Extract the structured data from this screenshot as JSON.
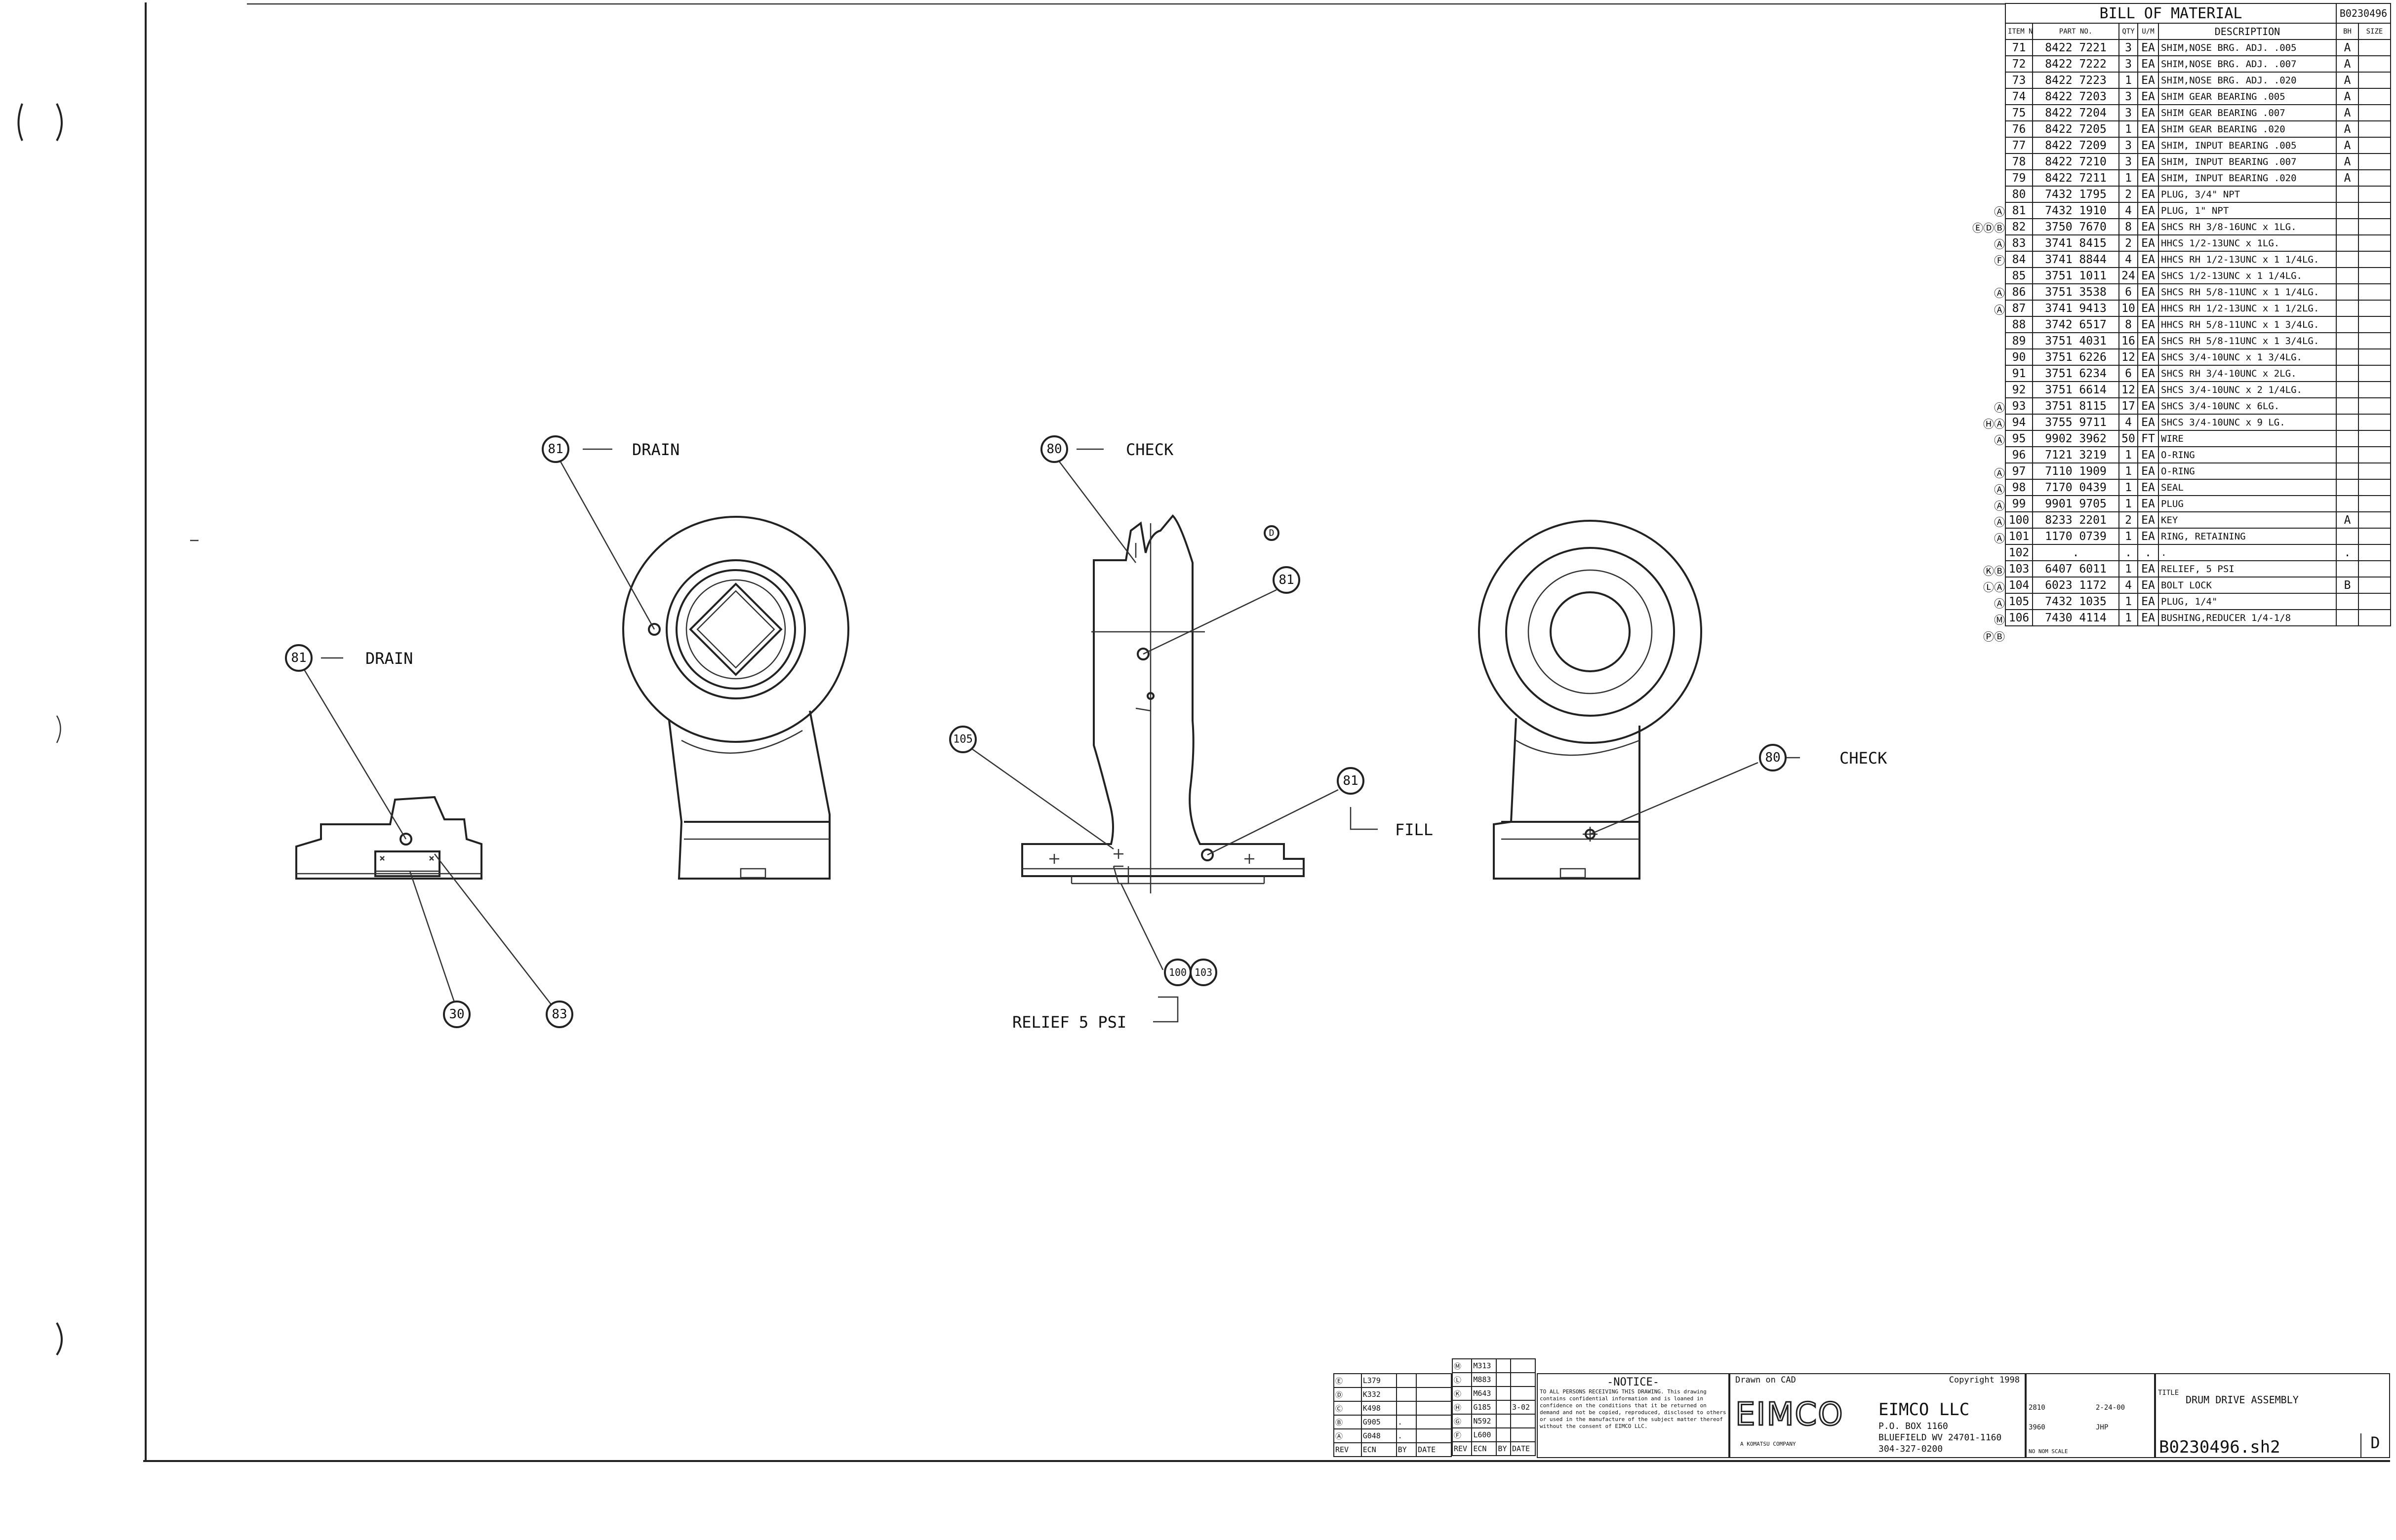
{
  "bom": {
    "title": "BILL OF MATERIAL",
    "sheet_ref": "B0230496",
    "headers": [
      "ITEM NO.",
      "PART NO.",
      "QTY",
      "U/M",
      "DESCRIPTION",
      "BH",
      "SIZE"
    ],
    "rows": [
      {
        "flags": "",
        "item": "71",
        "part": "8422 7221",
        "qty": "3",
        "um": "EA",
        "desc": "SHIM,NOSE BRG. ADJ. .005",
        "bh": "A"
      },
      {
        "flags": "",
        "item": "72",
        "part": "8422 7222",
        "qty": "3",
        "um": "EA",
        "desc": "SHIM,NOSE BRG. ADJ. .007",
        "bh": "A"
      },
      {
        "flags": "",
        "item": "73",
        "part": "8422 7223",
        "qty": "1",
        "um": "EA",
        "desc": "SHIM,NOSE BRG. ADJ. .020",
        "bh": "A"
      },
      {
        "flags": "",
        "item": "74",
        "part": "8422 7203",
        "qty": "3",
        "um": "EA",
        "desc": "SHIM GEAR BEARING .005",
        "bh": "A"
      },
      {
        "flags": "",
        "item": "75",
        "part": "8422 7204",
        "qty": "3",
        "um": "EA",
        "desc": "SHIM GEAR BEARING .007",
        "bh": "A"
      },
      {
        "flags": "",
        "item": "76",
        "part": "8422 7205",
        "qty": "1",
        "um": "EA",
        "desc": "SHIM GEAR BEARING .020",
        "bh": "A"
      },
      {
        "flags": "",
        "item": "77",
        "part": "8422 7209",
        "qty": "3",
        "um": "EA",
        "desc": "SHIM, INPUT BEARING .005",
        "bh": "A"
      },
      {
        "flags": "",
        "item": "78",
        "part": "8422 7210",
        "qty": "3",
        "um": "EA",
        "desc": "SHIM, INPUT BEARING .007",
        "bh": "A"
      },
      {
        "flags": "",
        "item": "79",
        "part": "8422 7211",
        "qty": "1",
        "um": "EA",
        "desc": "SHIM, INPUT BEARING .020",
        "bh": "A"
      },
      {
        "flags": "Ⓐ",
        "item": "80",
        "part": "7432 1795",
        "qty": "2",
        "um": "EA",
        "desc": "PLUG, 3/4\" NPT",
        "bh": ""
      },
      {
        "flags": "ⒺⒹⒷ",
        "item": "81",
        "part": "7432 1910",
        "qty": "4",
        "um": "EA",
        "desc": "PLUG, 1\" NPT",
        "bh": ""
      },
      {
        "flags": "Ⓐ",
        "item": "82",
        "part": "3750 7670",
        "qty": "8",
        "um": "EA",
        "desc": "SHCS RH 3/8-16UNC x 1LG.",
        "bh": ""
      },
      {
        "flags": "Ⓕ",
        "item": "83",
        "part": "3741 8415",
        "qty": "2",
        "um": "EA",
        "desc": "HHCS 1/2-13UNC x 1LG.",
        "bh": ""
      },
      {
        "flags": "",
        "item": "84",
        "part": "3741 8844",
        "qty": "4",
        "um": "EA",
        "desc": "HHCS RH 1/2-13UNC x 1 1/4LG.",
        "bh": ""
      },
      {
        "flags": "Ⓐ",
        "item": "85",
        "part": "3751 1011",
        "qty": "24",
        "um": "EA",
        "desc": "SHCS 1/2-13UNC x 1 1/4LG.",
        "bh": ""
      },
      {
        "flags": "Ⓐ",
        "item": "86",
        "part": "3751 3538",
        "qty": "6",
        "um": "EA",
        "desc": "SHCS RH 5/8-11UNC x 1 1/4LG.",
        "bh": ""
      },
      {
        "flags": "",
        "item": "87",
        "part": "3741 9413",
        "qty": "10",
        "um": "EA",
        "desc": "HHCS RH 1/2-13UNC x 1 1/2LG.",
        "bh": ""
      },
      {
        "flags": "",
        "item": "88",
        "part": "3742 6517",
        "qty": "8",
        "um": "EA",
        "desc": "HHCS RH 5/8-11UNC x 1 3/4LG.",
        "bh": ""
      },
      {
        "flags": "",
        "item": "89",
        "part": "3751 4031",
        "qty": "16",
        "um": "EA",
        "desc": "SHCS RH 5/8-11UNC x 1 3/4LG.",
        "bh": ""
      },
      {
        "flags": "",
        "item": "90",
        "part": "3751 6226",
        "qty": "12",
        "um": "EA",
        "desc": "SHCS 3/4-10UNC x 1 3/4LG.",
        "bh": ""
      },
      {
        "flags": "",
        "item": "91",
        "part": "3751 6234",
        "qty": "6",
        "um": "EA",
        "desc": "SHCS RH 3/4-10UNC x 2LG.",
        "bh": ""
      },
      {
        "flags": "Ⓐ",
        "item": "92",
        "part": "3751 6614",
        "qty": "12",
        "um": "EA",
        "desc": "SHCS 3/4-10UNC x 2 1/4LG.",
        "bh": ""
      },
      {
        "flags": "ⒽⒶ",
        "item": "93",
        "part": "3751 8115",
        "qty": "17",
        "um": "EA",
        "desc": "SHCS 3/4-10UNC x 6LG.",
        "bh": ""
      },
      {
        "flags": "Ⓐ",
        "item": "94",
        "part": "3755 9711",
        "qty": "4",
        "um": "EA",
        "desc": "SHCS 3/4-10UNC x 9 LG.",
        "bh": ""
      },
      {
        "flags": "",
        "item": "95",
        "part": "9902 3962",
        "qty": "50",
        "um": "FT",
        "desc": "WIRE",
        "bh": ""
      },
      {
        "flags": "Ⓐ",
        "item": "96",
        "part": "7121 3219",
        "qty": "1",
        "um": "EA",
        "desc": "O-RING",
        "bh": ""
      },
      {
        "flags": "Ⓐ",
        "item": "97",
        "part": "7110 1909",
        "qty": "1",
        "um": "EA",
        "desc": "O-RING",
        "bh": ""
      },
      {
        "flags": "Ⓐ",
        "item": "98",
        "part": "7170 0439",
        "qty": "1",
        "um": "EA",
        "desc": "SEAL",
        "bh": ""
      },
      {
        "flags": "Ⓐ",
        "item": "99",
        "part": "9901 9705",
        "qty": "1",
        "um": "EA",
        "desc": "PLUG",
        "bh": ""
      },
      {
        "flags": "Ⓐ",
        "item": "100",
        "part": "8233 2201",
        "qty": "2",
        "um": "EA",
        "desc": "KEY",
        "bh": "A"
      },
      {
        "flags": "",
        "item": "101",
        "part": "1170 0739",
        "qty": "1",
        "um": "EA",
        "desc": "RING, RETAINING",
        "bh": ""
      },
      {
        "flags": "ⓀⒷ",
        "item": "102",
        "part": ".",
        "qty": ".",
        "um": ".",
        "desc": ".",
        "bh": "."
      },
      {
        "flags": "ⓁⒶ",
        "item": "103",
        "part": "6407 6011",
        "qty": "1",
        "um": "EA",
        "desc": "RELIEF, 5 PSI",
        "bh": ""
      },
      {
        "flags": "Ⓐ",
        "item": "104",
        "part": "6023 1172",
        "qty": "4",
        "um": "EA",
        "desc": "BOLT LOCK",
        "bh": "B"
      },
      {
        "flags": "Ⓜ",
        "item": "105",
        "part": "7432 1035",
        "qty": "1",
        "um": "EA",
        "desc": "PLUG, 1/4\"",
        "bh": ""
      },
      {
        "flags": "ⓅⒷ",
        "item": "106",
        "part": "7430 4114",
        "qty": "1",
        "um": "EA",
        "desc": "BUSHING,REDUCER 1/4-1/8",
        "bh": ""
      }
    ]
  },
  "callouts": {
    "drain": "DRAIN",
    "check": "CHECK",
    "fill": "FILL",
    "relief": "RELIEF 5 PSI",
    "b81": "81",
    "b80": "80",
    "b105": "105",
    "b100": "100",
    "b103": "103",
    "b30": "30",
    "b83": "83",
    "bD": "D"
  },
  "title_block": {
    "notice_title": "-NOTICE-",
    "notice_text": "TO ALL PERSONS RECEIVING THIS DRAWING. This drawing contains confidential information and is loaned in confidence on the conditions that it be returned on demand and not be copied, reproduced, disclosed to others or used in the manufacture of the subject matter thereof without the consent of EIMCO LLC.",
    "drawn_on": "Drawn on CAD",
    "copyright": "Copyright 1998",
    "logo": "EIMCO",
    "logo_sub": "A KOMATSU COMPANY",
    "company": "EIMCO LLC",
    "address1": "P.O. BOX 1160",
    "address2": "BLUEFIELD WV 24701-1160",
    "phone": "304-327-0200",
    "title_label": "TITLE",
    "title": "DRUM DRIVE ASSEMBLY",
    "drawing_no": "B0230496.sh2",
    "size": "D",
    "scale": "NO NOM SCALE",
    "date": "2-24-00",
    "model": "2810",
    "drawn": "3960",
    "checked": "JHP",
    "rev_header": [
      "REV",
      "ECN",
      "BY",
      "DATE"
    ],
    "revisions_left": [
      [
        "Ⓔ",
        "L379",
        "",
        ""
      ],
      [
        "Ⓓ",
        "K332",
        "",
        ""
      ],
      [
        "Ⓒ",
        "K498",
        "",
        ""
      ],
      [
        "Ⓑ",
        "G905",
        ".",
        ""
      ],
      [
        "Ⓐ",
        "G048",
        ".",
        ""
      ]
    ],
    "revisions_right": [
      [
        "Ⓜ",
        "M313",
        "",
        ""
      ],
      [
        "Ⓛ",
        "M883",
        "",
        ""
      ],
      [
        "Ⓚ",
        "M643",
        "",
        ""
      ],
      [
        "Ⓗ",
        "G185",
        "",
        "3-02"
      ],
      [
        "Ⓖ",
        "N592",
        "",
        ""
      ],
      [
        "Ⓕ",
        "L600",
        "",
        ""
      ]
    ]
  }
}
